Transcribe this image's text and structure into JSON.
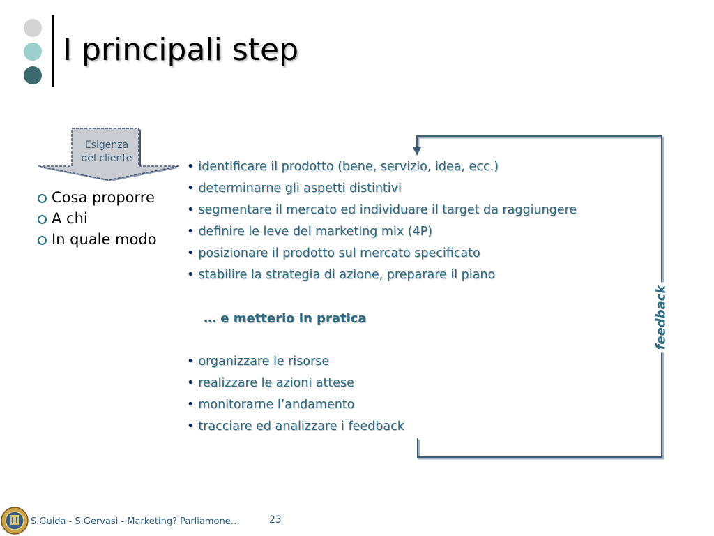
{
  "colors": {
    "dot_light": "#d4d4d4",
    "dot_mid": "#9ecfcf",
    "dot_dark": "#3a6a6c",
    "text_teal": "#2f6a80",
    "bullet_dark": "#0d2b58"
  },
  "slide": {
    "title": "I principali step",
    "input_box": {
      "line1": "Esigenza",
      "line2": "del cliente"
    },
    "questions": [
      "Cosa proporre",
      "A chi",
      "In quale modo"
    ],
    "steps_plan": [
      "identificare il prodotto (bene, servizio, idea, ecc.)",
      "determinarne gli aspetti distintivi",
      "segmentare il mercato ed individuare il target da raggiungere",
      "definire le leve del marketing mix (4P)",
      "posizionare il prodotto sul mercato specificato",
      "stabilire la strategia di azione, preparare il piano"
    ],
    "bullet_glyph": "•",
    "middle_text": "… e metterlo in pratica",
    "steps_execute": [
      "organizzare le risorse",
      "realizzare le azioni attese",
      "monitorarne l’andamento",
      "tracciare ed analizzare i feedback"
    ],
    "loop_label": "feedback"
  },
  "footer": {
    "text": "S.Guida - S.Gervasi - Marketing? Parliamone…",
    "page_number": "23",
    "logo_icon": "university-seal-icon"
  }
}
